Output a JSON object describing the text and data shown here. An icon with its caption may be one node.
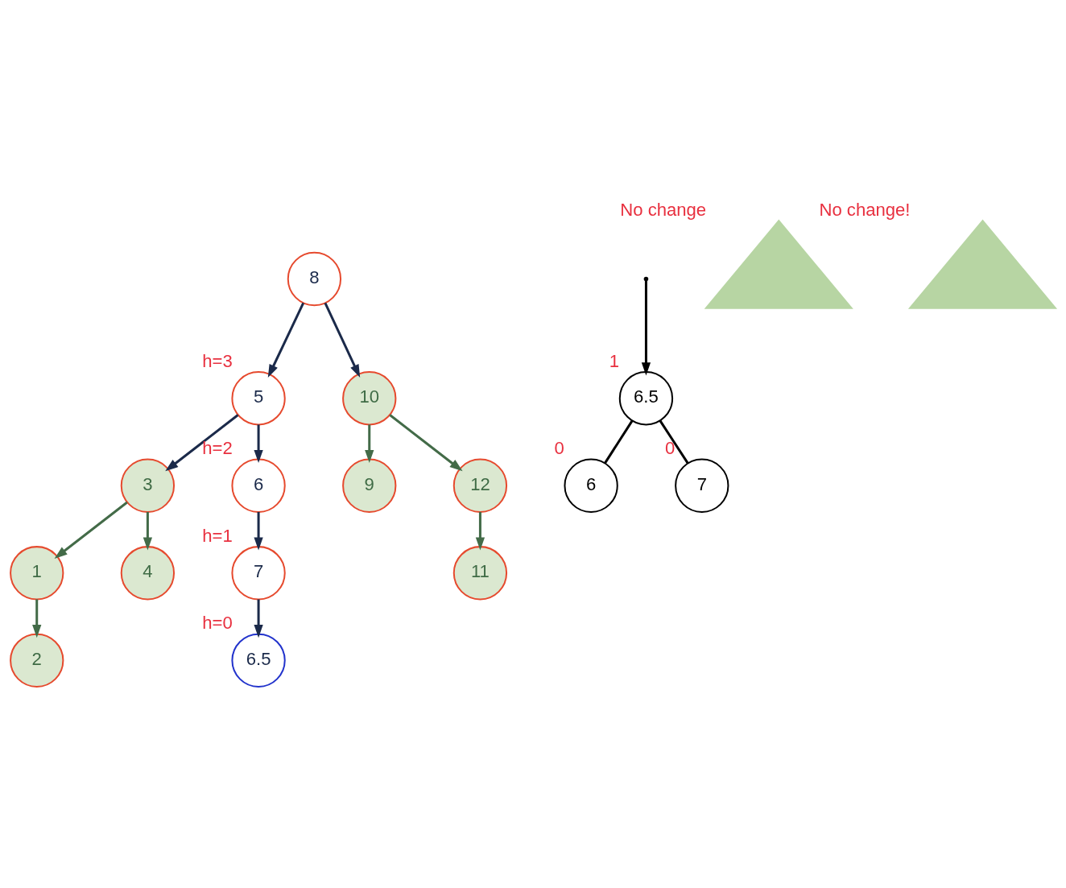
{
  "diagram": {
    "nodes": [
      {
        "text": [
          "8"
        ]
      },
      {
        "text": [
          "5"
        ],
        "beside": [
          "h=3"
        ]
      },
      {
        "text": [
          "10"
        ]
      },
      {
        "text": [
          "3"
        ]
      },
      {
        "text": [
          "6"
        ],
        "beside": [
          "h=2"
        ]
      },
      {
        "text": [
          "9"
        ]
      },
      {
        "text": [
          "12"
        ]
      },
      {
        "text": [
          "1"
        ]
      },
      {
        "text": [
          "4"
        ]
      },
      {
        "text": [
          "7"
        ],
        "beside": [
          "h=1"
        ]
      },
      {
        "text": [
          "11"
        ]
      },
      {
        "text": [
          "2"
        ]
      },
      {
        "text": [
          "6.5"
        ],
        "beside": [
          "h=0"
        ]
      },
      {
        "text": [
          "6.5"
        ],
        "beside": [
          "1"
        ]
      },
      {
        "text": [
          "6"
        ],
        "beside": [
          "0"
        ]
      },
      {
        "text": [
          "7"
        ],
        "beside": [
          "0"
        ]
      },
      {
        "text": [],
        "shape": "triangle",
        "beside": [
          "No change"
        ]
      },
      {
        "text": [],
        "shape": "triangle",
        "beside": [
          "No change!"
        ]
      }
    ],
    "edges": [
      {
        "from": 0,
        "to": 1,
        "arrow": "to"
      },
      {
        "from": 0,
        "to": 2,
        "arrow": "to"
      },
      {
        "from": 1,
        "to": 3,
        "arrow": "to"
      },
      {
        "from": 1,
        "to": 4,
        "arrow": "to"
      },
      {
        "from": 2,
        "to": 5,
        "arrow": "to",
        "color": "#436b48"
      },
      {
        "from": 2,
        "to": 6,
        "arrow": "to",
        "color": "#436b48"
      },
      {
        "from": 3,
        "to": 7,
        "arrow": "to",
        "color": "#436b48"
      },
      {
        "from": 3,
        "to": 8,
        "arrow": "to",
        "color": "#436b48"
      },
      {
        "from": 4,
        "to": 9,
        "arrow": "to"
      },
      {
        "from": 6,
        "to": 10,
        "arrow": "to",
        "color": "#436b48"
      },
      {
        "from": 7,
        "to": 11,
        "arrow": "to",
        "color": "#436b48"
      },
      {
        "from": 9,
        "to": 12,
        "arrow": "to"
      },
      {
        "from": null,
        "to": 13,
        "arrow": "to",
        "color": "#000000"
      },
      {
        "from": 13,
        "to": 14,
        "arrow": "none",
        "color": "#000000"
      },
      {
        "from": 13,
        "to": 15,
        "arrow": "none",
        "color": "#000000"
      }
    ]
  }
}
